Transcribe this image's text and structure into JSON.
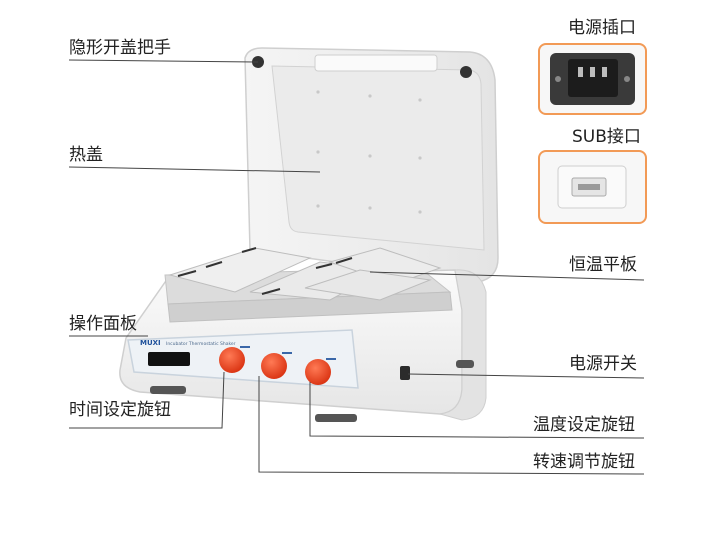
{
  "labels": {
    "hidden_handle": "隐形开盖把手",
    "hot_lid": "热盖",
    "control_panel": "操作面板",
    "time_knob": "时间设定旋钮",
    "power_socket": "电源插口",
    "usb_port": "SUB接口",
    "thermo_plate": "恒温平板",
    "power_switch": "电源开关",
    "temp_knob": "温度设定旋钮",
    "speed_knob": "转速调节旋钮"
  },
  "device": {
    "brand": "MUXI",
    "model_text": "Incubator Thermostatic Shaker"
  },
  "colors": {
    "accent": "#f29a56",
    "knob": "#f0431e",
    "panel": "#eef2f6",
    "body": "#f2f2f2"
  }
}
